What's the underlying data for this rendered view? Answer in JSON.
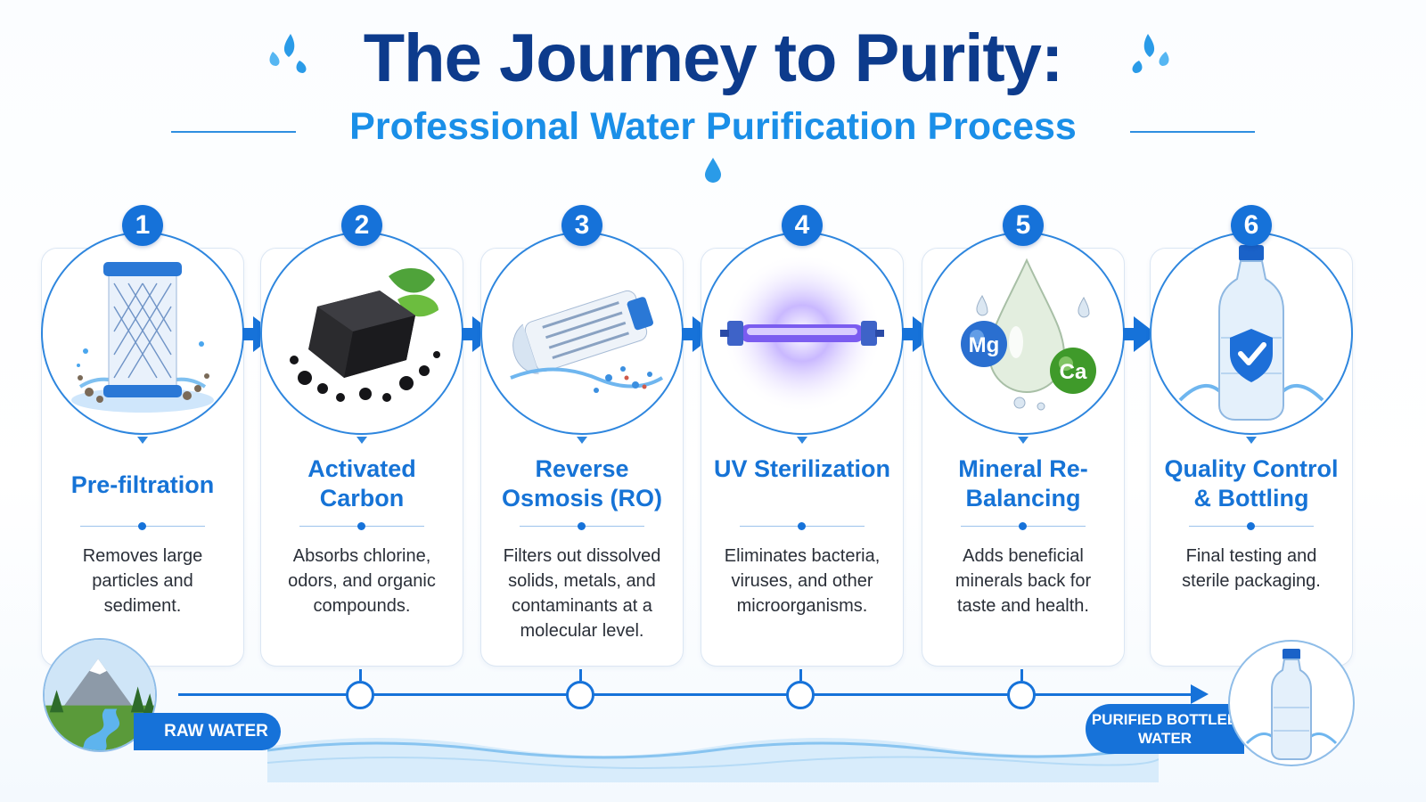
{
  "header": {
    "title": "The Journey to Purity:",
    "subtitle": "Professional Water Purification Process"
  },
  "steps": [
    {
      "number": "1",
      "title": "Pre-filtration",
      "description": "Removes large particles and sediment.",
      "icon": "sediment-filter-icon"
    },
    {
      "number": "2",
      "title": "Activated Carbon",
      "description": "Absorbs chlorine, odors, and organic compounds.",
      "icon": "carbon-granules-icon"
    },
    {
      "number": "3",
      "title": "Reverse Osmosis (RO)",
      "description": "Filters out dissolved solids, metals, and contaminants at a molecular level.",
      "icon": "ro-membrane-icon"
    },
    {
      "number": "4",
      "title": "UV Sterilization",
      "description": "Eliminates bacteria, viruses, and other microorganisms.",
      "icon": "uv-lamp-icon"
    },
    {
      "number": "5",
      "title": "Mineral Re-Balancing",
      "description": "Adds beneficial minerals back for taste and health.",
      "icon": "mineral-drop-icon",
      "labels": [
        "Mg",
        "Ca"
      ]
    },
    {
      "number": "6",
      "title": "Quality Control & Bottling",
      "description": "Final testing and sterile packaging.",
      "icon": "bottle-shield-icon"
    }
  ],
  "flow": {
    "start_label": "RAW WATER",
    "end_label": "PURIFIED BOTTLED WATER",
    "start_icon": "mountain-stream-icon",
    "end_icon": "water-bottle-icon"
  },
  "colors": {
    "title": "#0d3b8c",
    "subtitle": "#1a8fe8",
    "accent": "#1672d9",
    "step_title": "#1673d6"
  }
}
